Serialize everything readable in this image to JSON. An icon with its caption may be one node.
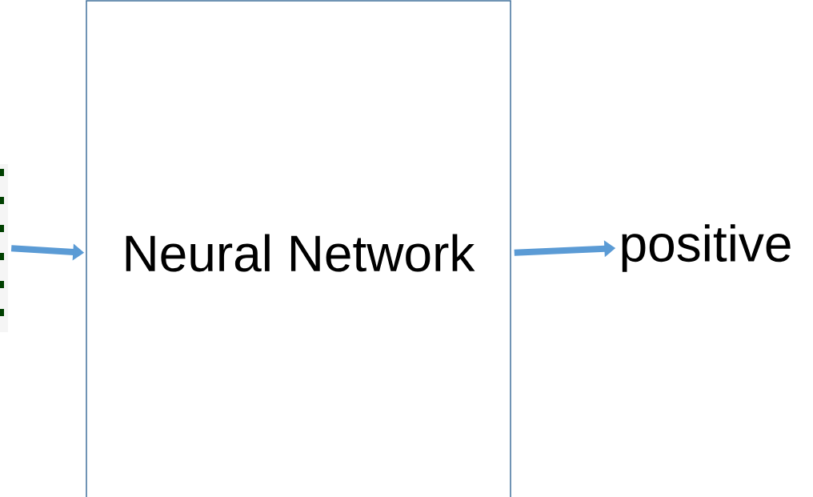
{
  "diagram": {
    "nodes": [
      {
        "text": [],
        "shape": "picture"
      },
      {
        "text": [
          "Neural Network"
        ]
      },
      {
        "text": [
          "positive"
        ]
      }
    ],
    "edges": [
      {
        "from": 0,
        "to": 1,
        "arrow": "to"
      },
      {
        "from": 1,
        "to": 2,
        "arrow": "to"
      }
    ]
  }
}
